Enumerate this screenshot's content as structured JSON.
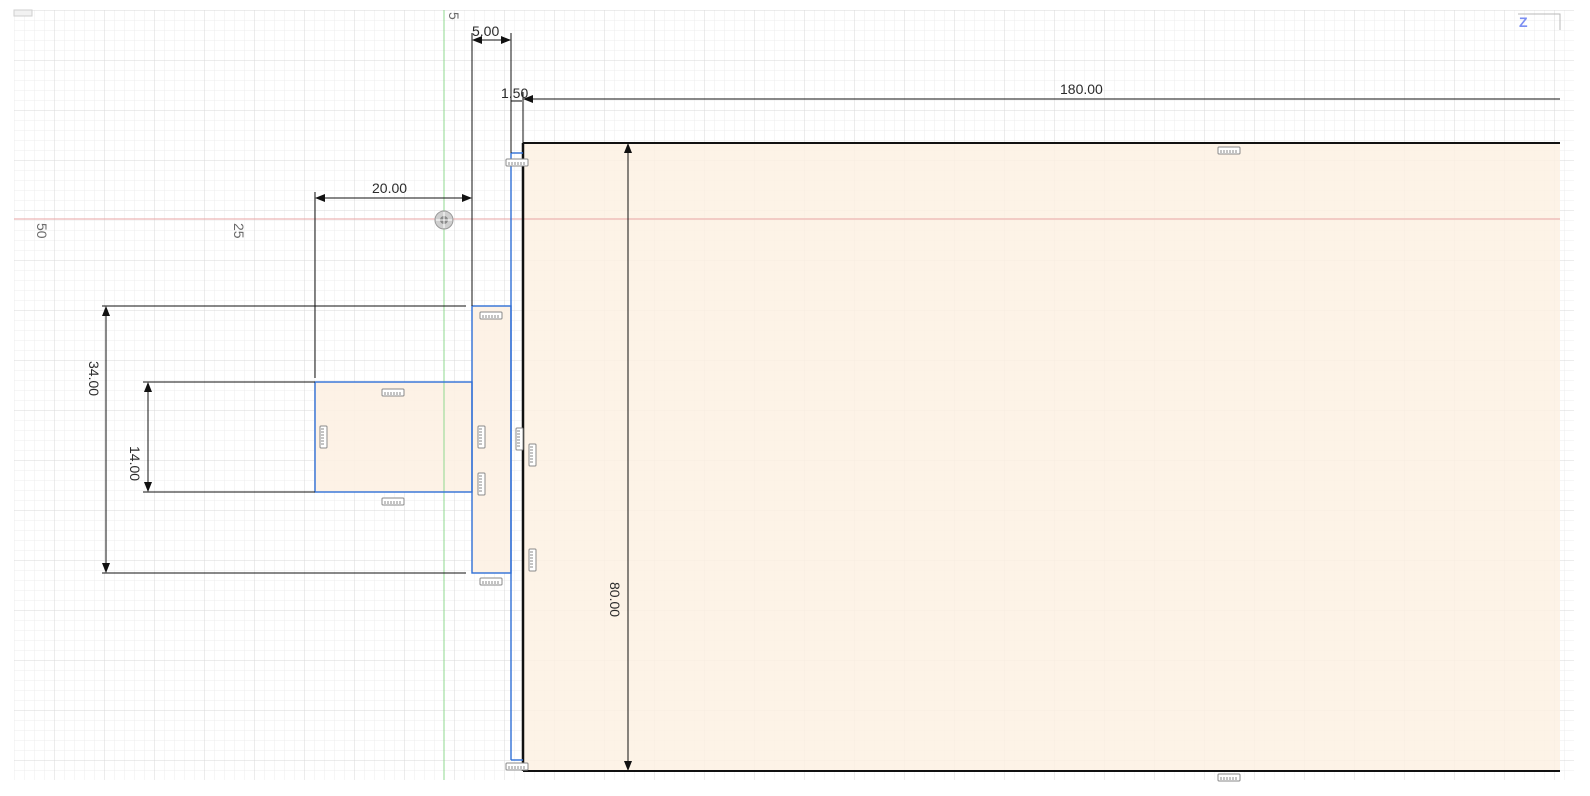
{
  "dimensions": {
    "top_width": "5.00",
    "small_gap": "1.50",
    "long_length": "180.00",
    "offset_width": "20.00",
    "outer_height": "34.00",
    "inner_height": "14.00",
    "plate_height": "80.00"
  },
  "axis_labels": {
    "x_50": "50",
    "x_25": "25",
    "y_5": "5"
  },
  "viewcube": {
    "label": "Z"
  },
  "colors": {
    "grid_minor": "#e9e9e9",
    "grid_major": "#d4d4d4",
    "x_axis": "#e8a0a0",
    "y_axis": "#8fd88f",
    "profile_fill": "#fdf1e3",
    "selected_line": "#2f6fd6",
    "edge_line": "#111111",
    "constraint_icon": "#8a8a8a"
  }
}
